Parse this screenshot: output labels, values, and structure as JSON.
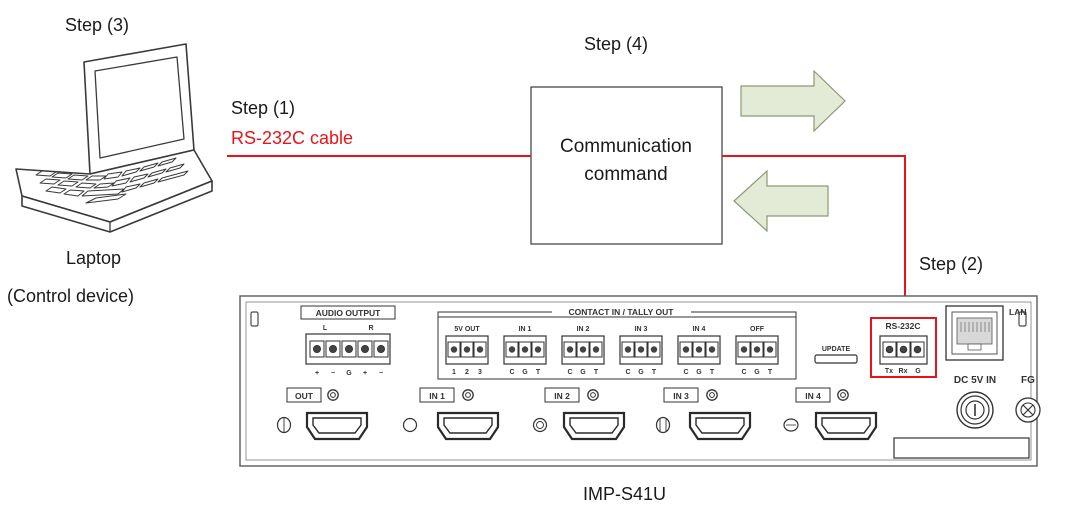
{
  "labels": {
    "step3": "Step (3)",
    "step4": "Step (4)",
    "step1": "Step (1)",
    "cable": "RS-232C cable",
    "command_line1": "Communication",
    "command_line2": "command",
    "step2": "Step (2)",
    "laptop": "Laptop",
    "control_device": "(Control device)",
    "device_model": "IMP-S41U"
  },
  "panel": {
    "audio_output": "AUDIO OUTPUT",
    "audio_l": "L",
    "audio_r": "R",
    "audio_pins": [
      "+",
      "−",
      "G",
      "+",
      "−"
    ],
    "contact_header": "CONTACT IN / TALLY OUT",
    "contact_groups": [
      {
        "name": "5V OUT",
        "pins": [
          "1",
          "2",
          "3"
        ]
      },
      {
        "name": "IN 1",
        "pins": [
          "C",
          "G",
          "T"
        ]
      },
      {
        "name": "IN 2",
        "pins": [
          "C",
          "G",
          "T"
        ]
      },
      {
        "name": "IN 3",
        "pins": [
          "C",
          "G",
          "T"
        ]
      },
      {
        "name": "IN 4",
        "pins": [
          "C",
          "G",
          "T"
        ]
      },
      {
        "name": "OFF",
        "pins": [
          "C",
          "G",
          "T"
        ]
      }
    ],
    "update": "UPDATE",
    "rs232c": "RS-232C",
    "rs232c_pins": [
      "Tx",
      "Rx",
      "G"
    ],
    "lan": "LAN",
    "dc_in": "DC 5V IN",
    "fg": "FG",
    "hdmi_ports": [
      "OUT",
      "IN 1",
      "IN 2",
      "IN 3",
      "IN 4"
    ]
  },
  "colors": {
    "cable": "#e8141b",
    "arrow_fill": "#e3ead6",
    "arrow_stroke": "#8b9a72"
  }
}
